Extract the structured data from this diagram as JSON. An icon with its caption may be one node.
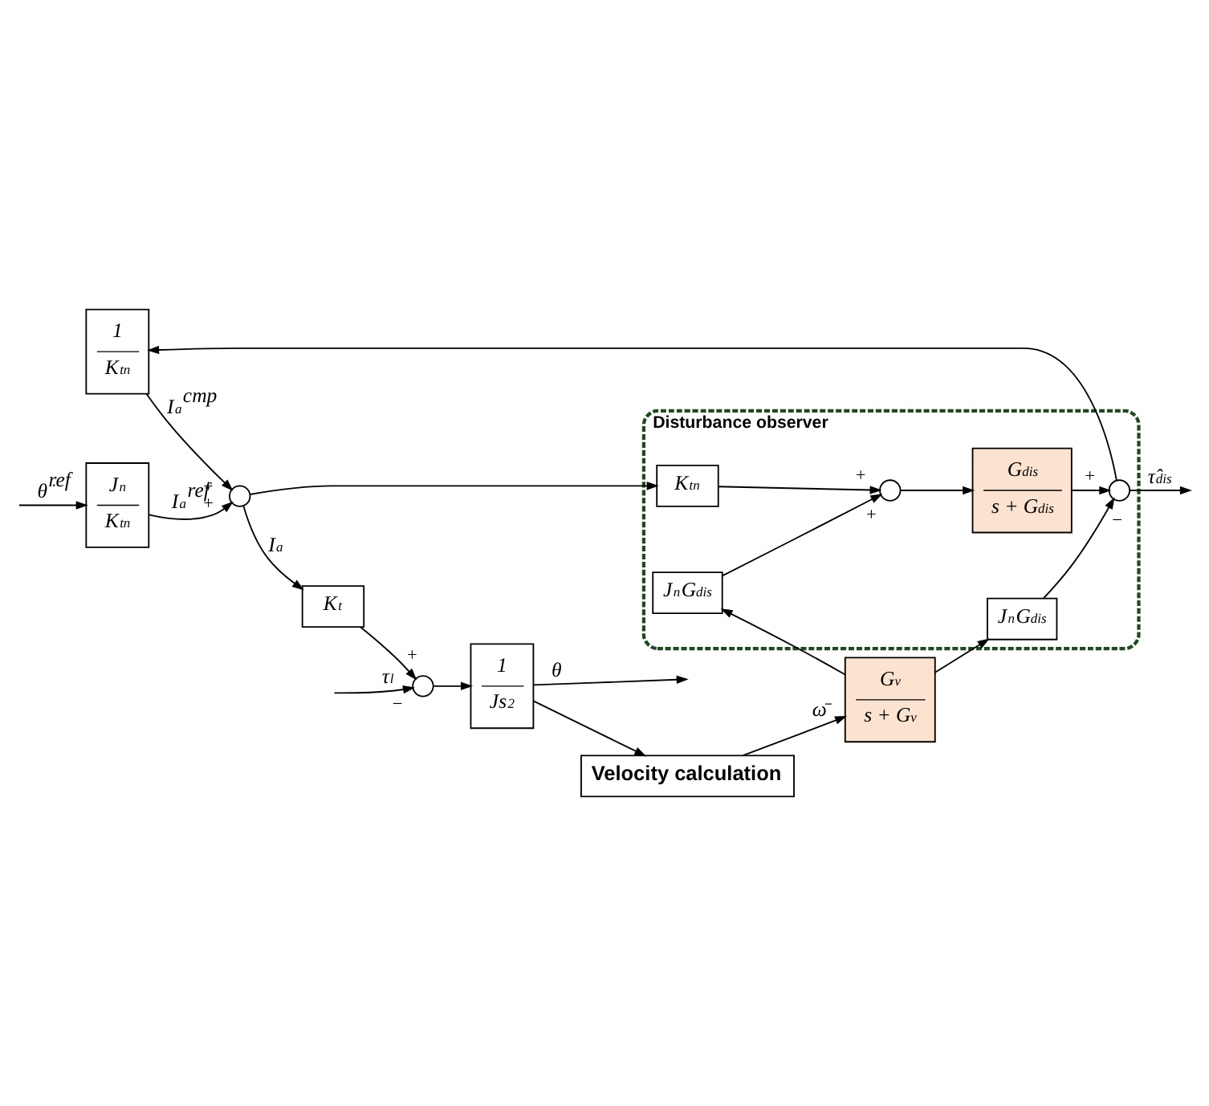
{
  "diagram": {
    "nodes": [
      {
        "text": [
          "J$_{n}$",
          "K$_{tn}$"
        ]
      },
      {
        "text": [],
        "shape": "circle",
        "beside": [
          "+",
          "+"
        ]
      },
      {
        "text": [
          "K$_{t}$"
        ]
      },
      {
        "text": [],
        "shape": "circle",
        "beside": [
          "+",
          "−"
        ]
      },
      {
        "text": [
          "1",
          "Js$^{2}$"
        ]
      },
      {
        "text": [
          "Velocity calculation"
        ]
      },
      {
        "text": [
          "G$_{v}$",
          "s + G$_{v}$"
        ]
      },
      {
        "text": [
          "Disturbance observer"
        ]
      },
      {
        "text": [
          "K$_{tn}$"
        ],
        "in": 7
      },
      {
        "text": [],
        "shape": "circle",
        "beside": [
          "+",
          "+"
        ],
        "in": 7
      },
      {
        "text": [
          "J$_{n}$G$_{dis}$"
        ],
        "in": 7
      },
      {
        "text": [
          "G$_{dis}$",
          "s + G$_{dis}$"
        ],
        "in": 7
      },
      {
        "text": [],
        "shape": "circle",
        "beside": [
          "+",
          "−"
        ],
        "in": 7
      },
      {
        "text": [
          "J$_{n}$G$_{dis}$"
        ],
        "in": 7
      },
      {
        "text": [
          "1",
          "K$_{tn}$"
        ]
      }
    ],
    "edges": [
      {
        "from": null,
        "to": 0,
        "arrow": "to",
        "label": "θ̈$^{ref}$"
      },
      {
        "from": 0,
        "to": 1,
        "arrow": "to",
        "label": "I$_{a}$$^{ref}$"
      },
      {
        "from": 1,
        "to": 2,
        "arrow": "to",
        "label": "I$_{a}$"
      },
      {
        "from": 1,
        "to": 8,
        "arrow": "to"
      },
      {
        "from": 2,
        "to": 3,
        "arrow": "to"
      },
      {
        "from": null,
        "to": 3,
        "arrow": "to",
        "label": "τ$_{l}$"
      },
      {
        "from": 3,
        "to": 4,
        "arrow": "to"
      },
      {
        "from": 4,
        "to": null,
        "arrow": "to",
        "label": "θ"
      },
      {
        "from": 4,
        "to": 5,
        "arrow": "to"
      },
      {
        "from": 5,
        "to": 6,
        "arrow": "to",
        "label": "ω̄"
      },
      {
        "from": 6,
        "to": 10,
        "arrow": "to"
      },
      {
        "from": 6,
        "to": 13,
        "arrow": "to"
      },
      {
        "from": 8,
        "to": 9,
        "arrow": "to"
      },
      {
        "from": 10,
        "to": 9,
        "arrow": "to"
      },
      {
        "from": 9,
        "to": 11,
        "arrow": "to"
      },
      {
        "from": 11,
        "to": 12,
        "arrow": "to"
      },
      {
        "from": 13,
        "to": 12,
        "arrow": "to"
      },
      {
        "from": 12,
        "to": 14,
        "arrow": "to"
      },
      {
        "from": 12,
        "to": null,
        "arrow": "to",
        "label": "τ̂$_{dis}$"
      },
      {
        "from": 14,
        "to": 1,
        "arrow": "to",
        "label": "I$_{a}$$^{cmp}$"
      }
    ]
  }
}
